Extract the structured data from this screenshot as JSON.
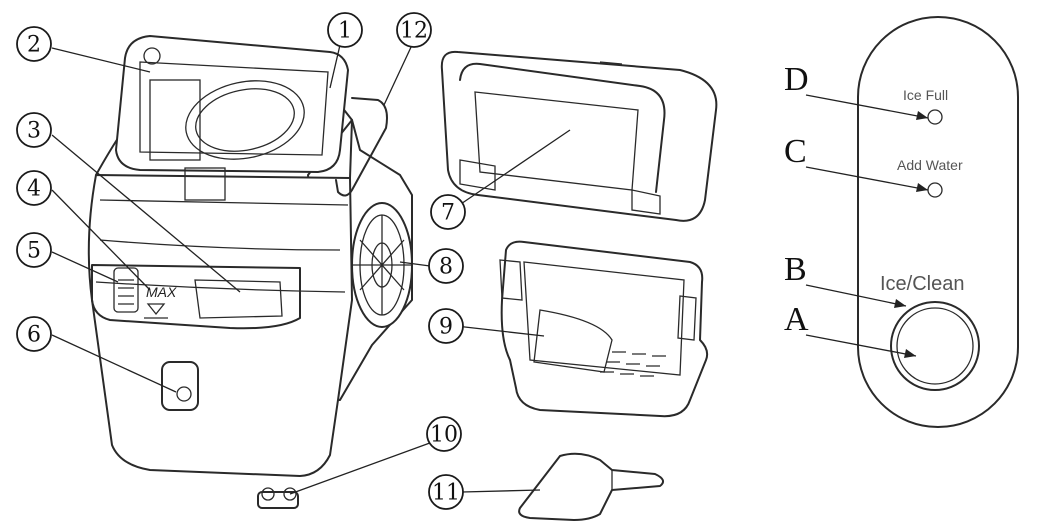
{
  "callouts": {
    "c1": "1",
    "c2": "2",
    "c3": "3",
    "c4": "4",
    "c5": "5",
    "c6": "6",
    "c7": "7",
    "c8": "8",
    "c9": "9",
    "c10": "10",
    "c11": "11",
    "c12": "12"
  },
  "machine": {
    "max_label": "MAX"
  },
  "control_panel": {
    "letter_a": "A",
    "letter_b": "B",
    "letter_c": "C",
    "letter_d": "D",
    "ice_full_label": "Ice  Full",
    "add_water_label": "Add  Water",
    "ice_clean_label": "Ice/Clean"
  }
}
